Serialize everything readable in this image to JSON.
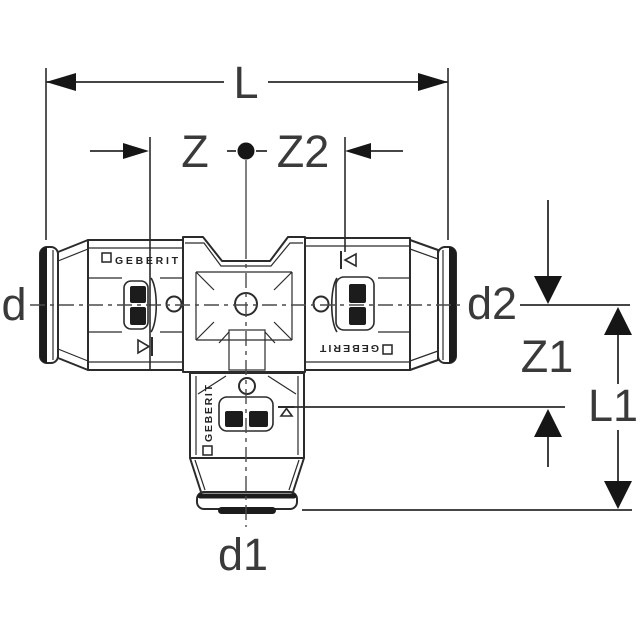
{
  "diagram": {
    "type": "technical-dimension-drawing",
    "subject": "push-fit tee pipe fitting, front view with branch down",
    "brand_marking": "GEBERIT",
    "colors": {
      "background": "#ffffff",
      "line": "#2b2b2b",
      "dark_fill": "#1c1c1c",
      "label_text": "#3a3a3a"
    },
    "dimensions": {
      "overall_length": "L",
      "offset_left": "Z",
      "offset_right": "Z2",
      "offset_branch": "Z1",
      "branch_length": "L1",
      "diameter_left": "d",
      "diameter_right": "d2",
      "diameter_branch": "d1"
    }
  }
}
